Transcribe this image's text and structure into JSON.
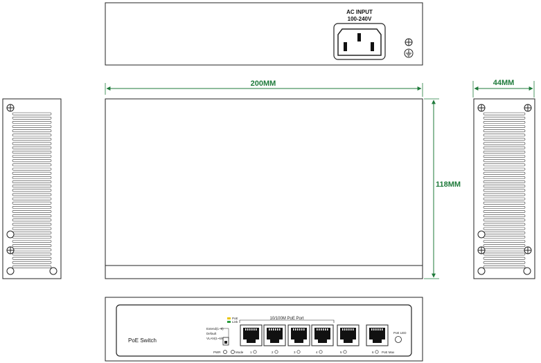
{
  "rear_panel": {
    "ac_label_line1": "AC INPUT",
    "ac_label_line2": "100-240V"
  },
  "dimensions": {
    "width": "200MM",
    "height": "118MM",
    "depth": "44MM"
  },
  "front_panel": {
    "product_name": "PoE Switch",
    "port_group_label": "10/100M PoE Port",
    "legend_poe": "PoE",
    "legend_link": "Link",
    "mode_extend": "Extend(1~8)",
    "mode_default": "Default",
    "mode_vlan": "VLAN(1~6/8)",
    "pwr": "PWR",
    "mode": "Mode",
    "port_numbers": [
      "1",
      "2",
      "3",
      "4",
      "5",
      "6"
    ],
    "poe_led": "PoE LED",
    "poe_max": "PoE Max"
  },
  "colors": {
    "dimension": "#1e7a3a",
    "line": "#222222"
  }
}
